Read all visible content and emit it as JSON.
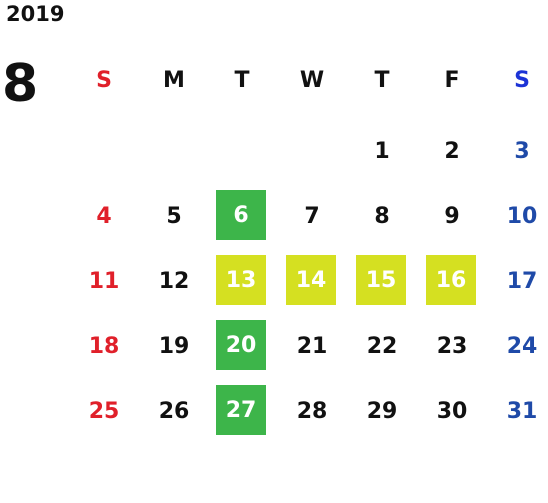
{
  "year": "2019",
  "month": "8",
  "weekdays": [
    "S",
    "M",
    "T",
    "W",
    "T",
    "F",
    "S"
  ],
  "weeks": [
    [
      "",
      "",
      "",
      "",
      "1",
      "2",
      "3"
    ],
    [
      "4",
      "5",
      "6",
      "7",
      "8",
      "9",
      "10"
    ],
    [
      "11",
      "12",
      "13",
      "14",
      "15",
      "16",
      "17"
    ],
    [
      "18",
      "19",
      "20",
      "21",
      "22",
      "23",
      "24"
    ],
    [
      "25",
      "26",
      "27",
      "28",
      "29",
      "30",
      "31"
    ]
  ],
  "highlights": {
    "green": [
      "6",
      "20",
      "27"
    ],
    "yellow": [
      "13",
      "14",
      "15",
      "16"
    ]
  },
  "colors": {
    "sunday": "#e0202a",
    "saturday": "#1f4aa8",
    "green": "#3db54a",
    "yellow": "#d5e021"
  }
}
